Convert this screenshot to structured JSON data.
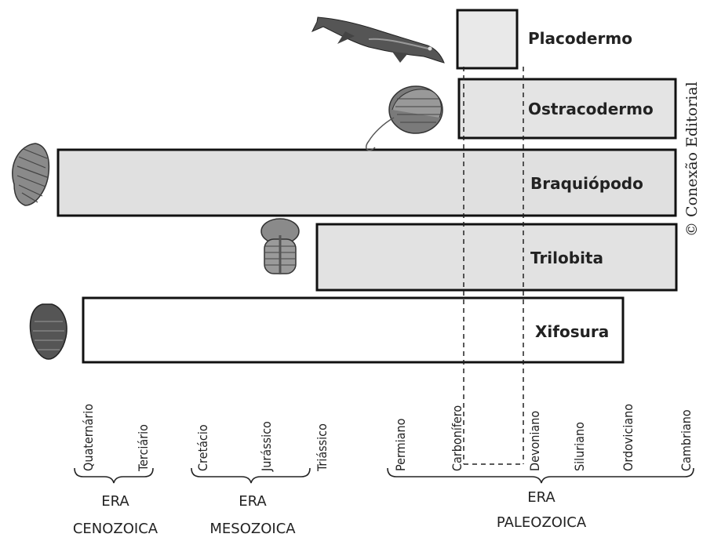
{
  "credit": "© Conexão Editorial",
  "bars": [
    {
      "label": "Placodermo",
      "fill": "#e9e9e9"
    },
    {
      "label": "Ostracodermo",
      "fill": "#e4e4e4"
    },
    {
      "label": "Braquiópodo",
      "fill": "#e0e0e0"
    },
    {
      "label": "Trilobita",
      "fill": "#e2e2e2"
    },
    {
      "label": "Xifosura",
      "fill": "#ffffff"
    }
  ],
  "periods": [
    "Quaternário",
    "Terciário",
    "Cretácio",
    "Jurássico",
    "Triássico",
    "Permiano",
    "Carbonífero",
    "Devoniano",
    "Siluriano",
    "Ordoviciano",
    "Cambriano"
  ],
  "eras": [
    {
      "line1": "ERA",
      "line2": "CENOZOICA"
    },
    {
      "line1": "ERA",
      "line2": "MESOZOICA"
    },
    {
      "line1": "ERA",
      "line2": "PALEOZOICA"
    }
  ],
  "icons": [
    "placoderm-fish-icon",
    "ostracoderm-icon",
    "brachiopod-shell-icon",
    "trilobite-icon",
    "horseshoe-crab-icon"
  ]
}
